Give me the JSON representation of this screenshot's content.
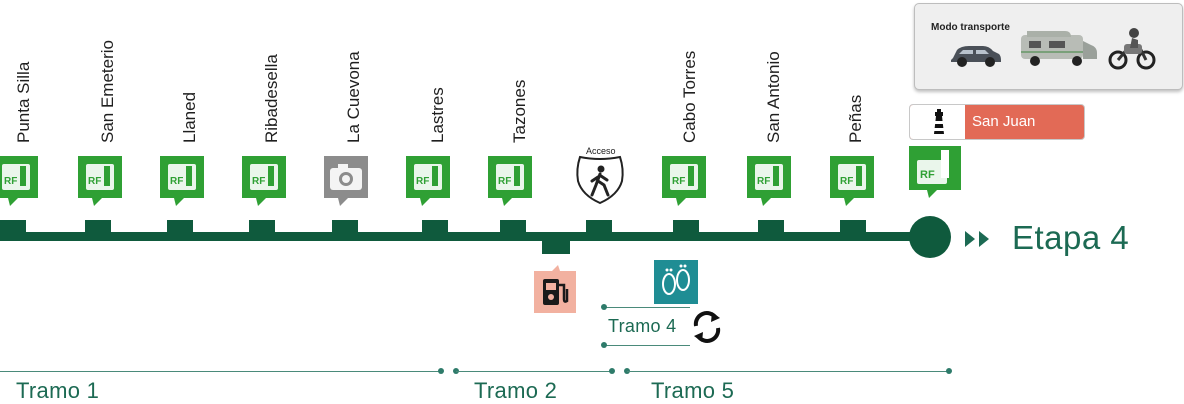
{
  "stops": [
    {
      "name": "Punta Silla",
      "icon": "rf-lighthouse-icon"
    },
    {
      "name": "San Emeterio",
      "icon": "rf-lighthouse-icon"
    },
    {
      "name": "Llaned",
      "icon": "rf-lighthouse-icon"
    },
    {
      "name": "Ribadesella",
      "icon": "rf-lighthouse-icon"
    },
    {
      "name": "La Cuevona",
      "icon": "camera-icon"
    },
    {
      "name": "Lastres",
      "icon": "rf-lighthouse-icon"
    },
    {
      "name": "Tazones",
      "icon": "rf-lighthouse-icon"
    },
    {
      "name": "Cabo Torres",
      "icon": "rf-lighthouse-icon"
    },
    {
      "name": "San Antonio",
      "icon": "rf-lighthouse-icon"
    },
    {
      "name": "Peñas",
      "icon": "rf-lighthouse-icon"
    }
  ],
  "acceso": {
    "label": "Acceso",
    "icon": "walker-shield-icon"
  },
  "etapa": {
    "label": "Etapa 4",
    "icon": "double-chevron-right-icon"
  },
  "transport_panel": {
    "title": "Modo transporte",
    "icons": [
      "car-icon",
      "camper-van-icon",
      "motorcycle-icon"
    ]
  },
  "end_stop": {
    "name": "San Juan",
    "icon": "lighthouse-icon",
    "color": "#e26a56"
  },
  "tramos": {
    "t1": "Tramo 1",
    "t2": "Tramo 2",
    "t4": "Tramo 4",
    "t5": "Tramo 5"
  },
  "extra_icons": [
    "fuel-station-icon",
    "footprints-icon",
    "refresh-icon"
  ],
  "colors": {
    "route_green": "#0f5a3d",
    "marker_green": "#2fa034",
    "text_green": "#1c6a53",
    "fuel_bg": "#f2b1a0",
    "foot_bg": "#1f8d94"
  }
}
